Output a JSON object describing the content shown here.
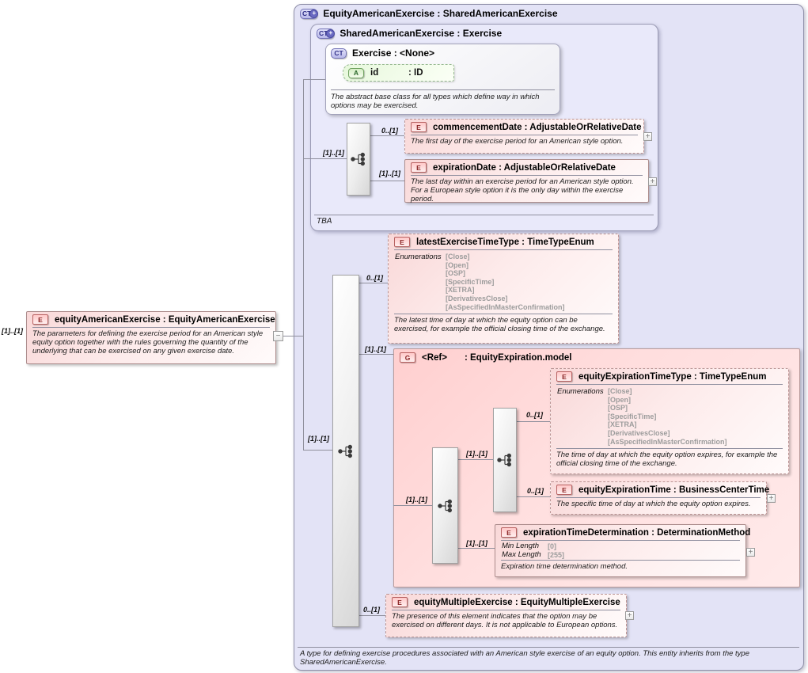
{
  "diagram": {
    "outer": {
      "badge": "CT",
      "title": "EquityAmericanExercise : SharedAmericanExercise",
      "doc": "A type for defining exercise procedures associated with an American style exercise of an equity option. This entity inherits from the type SharedAmericanExercise."
    },
    "shared": {
      "badge": "CT",
      "title": "SharedAmericanExercise : Exercise",
      "footer": "TBA"
    },
    "exercise": {
      "badge": "CT",
      "title": "Exercise : <None>",
      "attr_badge": "A",
      "attr_name": "id",
      "attr_type": ": ID",
      "doc": "The abstract base class for all types which define way in which options may be exercised."
    },
    "root_element": {
      "badge": "E",
      "title": "equityAmericanExercise : EquityAmericanExercise",
      "doc": "The parameters for defining the exercise period for an American style equity option together with the rules governing the quantity of the underlying that can be exercised on any given exercise date.",
      "cardinality": "[1]..[1]"
    },
    "commencement": {
      "badge": "E",
      "title": "commencementDate : AdjustableOrRelativeDate",
      "doc": "The first day of the exercise period for an American style option.",
      "cardinality": "0..[1]"
    },
    "expiration": {
      "badge": "E",
      "title": "expirationDate : AdjustableOrRelativeDate",
      "doc": "The last day within an exercise period for an American style option. For a European style option it is the only day within the exercise period.",
      "cardinality": "[1]..[1]"
    },
    "latest": {
      "badge": "E",
      "title": "latestExerciseTimeType : TimeTypeEnum",
      "enum_label": "Enumerations",
      "enums": [
        "[Close]",
        "[Open]",
        "[OSP]",
        "[SpecificTime]",
        "[XETRA]",
        "[DerivativesClose]",
        "[AsSpecifiedInMasterConfirmation]"
      ],
      "doc": "The latest time of day at which the equity option can be exercised, for example the official closing time of the exchange.",
      "cardinality": "0..[1]"
    },
    "group": {
      "badge": "G",
      "name": "<Ref>",
      "type": ": EquityExpiration.model",
      "cardinality": "[1]..[1]"
    },
    "eq_exp_time_type": {
      "badge": "E",
      "title": "equityExpirationTimeType : TimeTypeEnum",
      "enum_label": "Enumerations",
      "enums": [
        "[Close]",
        "[Open]",
        "[OSP]",
        "[SpecificTime]",
        "[XETRA]",
        "[DerivativesClose]",
        "[AsSpecifiedInMasterConfirmation]"
      ],
      "doc": "The time of day at which the equity option expires, for example the official closing time of the exchange.",
      "cardinality": "0..[1]"
    },
    "eq_exp_time": {
      "badge": "E",
      "title": "equityExpirationTime : BusinessCenterTime",
      "doc": "The specific time of day at which the equity option expires.",
      "cardinality": "0..[1]"
    },
    "exp_determination": {
      "badge": "E",
      "title": "expirationTimeDetermination : DeterminationMethod",
      "facets": [
        {
          "label": "Min Length",
          "value": "[0]"
        },
        {
          "label": "Max Length",
          "value": "[255]"
        }
      ],
      "doc": "Expiration time determination method.",
      "cardinality": "[1]..[1]"
    },
    "multiple": {
      "badge": "E",
      "title": "equityMultipleExercise : EquityMultipleExercise",
      "doc": "The presence of this element indicates that the option may be exercised on different days. It is not applicable to European options.",
      "cardinality": "0..[1]"
    },
    "seq": {
      "shared_cardinality": "[1]..[1]",
      "main_cardinality": "[1]..[1]",
      "group_seq1_cardinality": "[1]..[1]",
      "group_seq2_cardinality": "[1]..[1]"
    },
    "icons": {
      "expand": "+",
      "collapse": "−",
      "ct_plus": "+"
    }
  }
}
